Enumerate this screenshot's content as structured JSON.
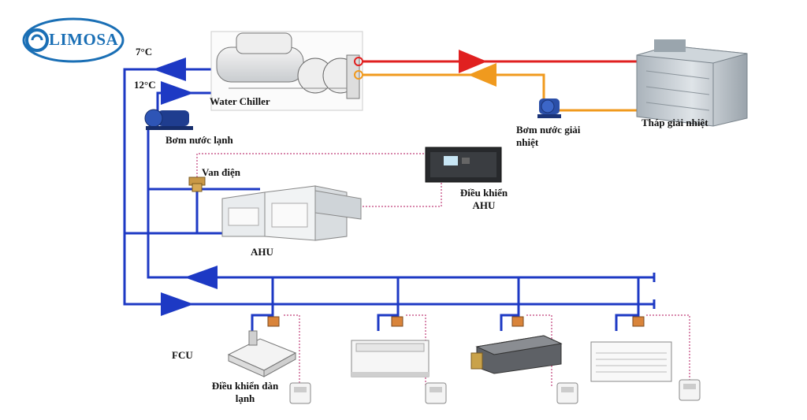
{
  "logo": {
    "text": "LIMOSA",
    "color": "#1a6fb5"
  },
  "labels": {
    "temp_supply": "7°C",
    "temp_return": "12°C",
    "chiller": "Water Chiller",
    "cooling_tower": "Tháp giải nhiệt",
    "condenser_pump": "Bơm nước giải nhiệt",
    "chilled_pump": "Bơm nước lạnh",
    "valve": "Van điện",
    "ahu_controller": "Điều khiển AHU",
    "ahu": "AHU",
    "fcu": "FCU",
    "fcu_controller": "Điều khiển dàn lạnh"
  },
  "colors": {
    "chilled_supply": "#1d39c4",
    "chilled_return": "#2a63d6",
    "hot_condenser": "#e02020",
    "warm_condenser": "#f09a1e",
    "control_wire": "#c0407a"
  },
  "icons": {
    "chiller": "water-chiller-icon",
    "tower": "cooling-tower-icon",
    "pump": "pump-icon",
    "valve": "motorized-valve-icon",
    "controller": "controller-panel-icon",
    "ahu": "air-handling-unit-icon",
    "cassette": "cassette-fcu-icon",
    "floor": "floor-standing-fcu-icon",
    "ducted": "ducted-fcu-icon",
    "ceiling": "ceiling-fcu-icon",
    "thermostat": "thermostat-icon"
  }
}
